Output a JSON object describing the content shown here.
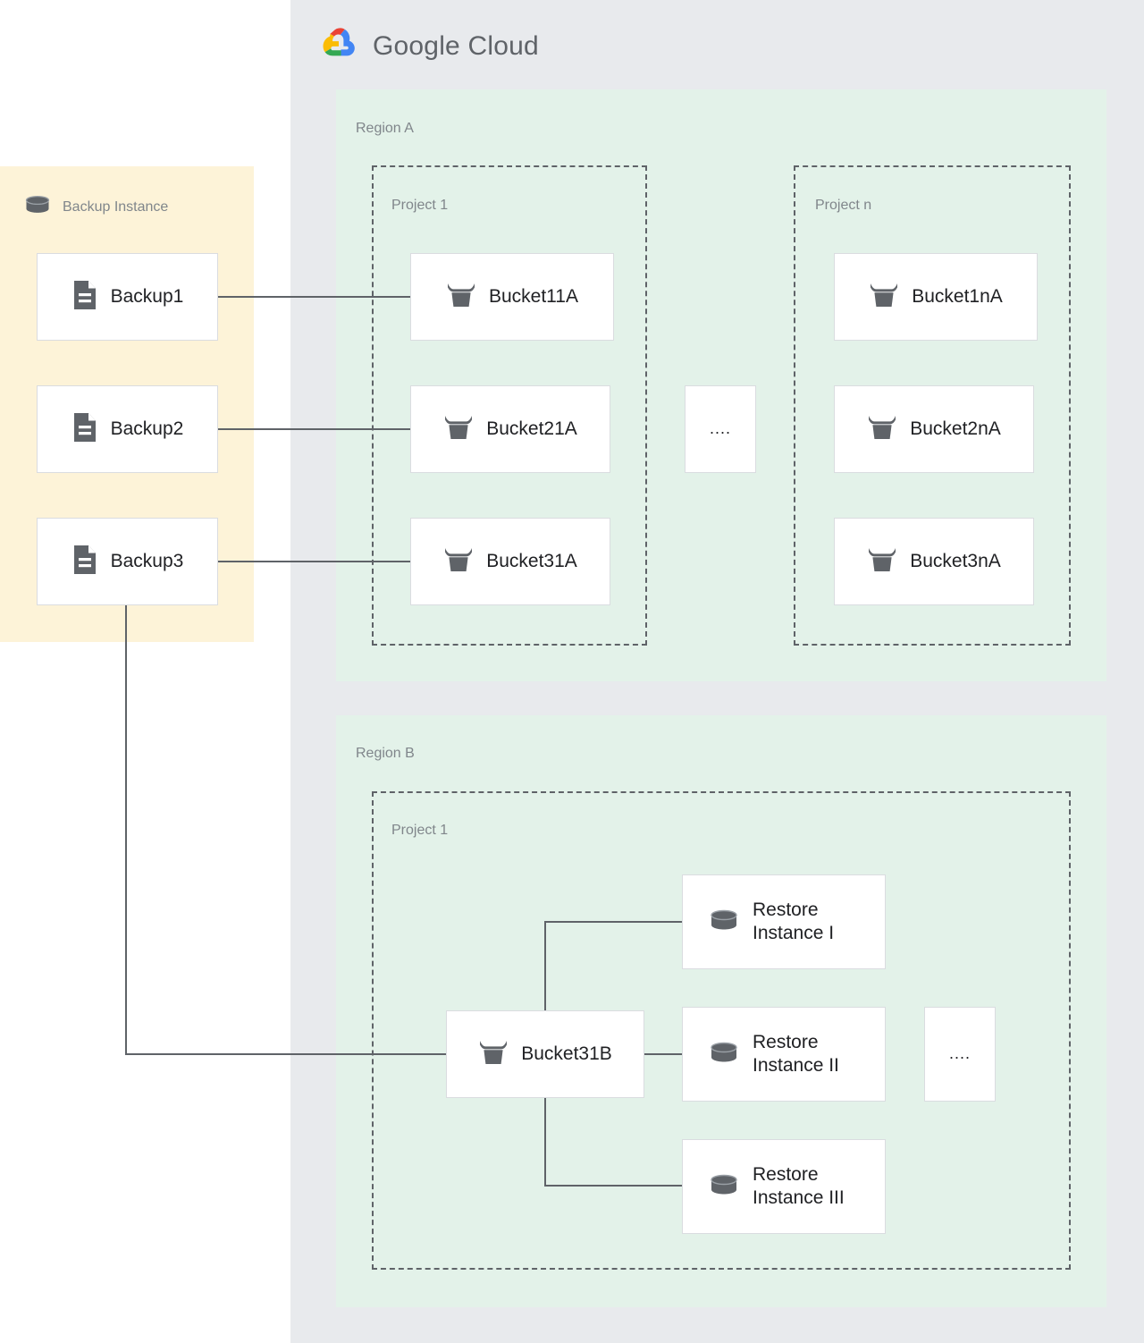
{
  "cloud": {
    "brand": "Google Cloud",
    "brand_word1": "Google",
    "brand_word2": "Cloud",
    "logo_colors": {
      "red": "#ea4335",
      "yellow": "#fbbc04",
      "green": "#34a853",
      "blue": "#4285f4"
    },
    "panel_color": "#e8eaed"
  },
  "backup_instance": {
    "title": "Backup Instance",
    "icon": "database-cylinder-icon",
    "panel_color": "#fdf3d8",
    "items": [
      {
        "label": "Backup1",
        "icon": "document-icon"
      },
      {
        "label": "Backup2",
        "icon": "document-icon"
      },
      {
        "label": "Backup3",
        "icon": "document-icon"
      }
    ]
  },
  "regions": [
    {
      "label": "Region A",
      "color": "#e3f2e9",
      "projects": [
        {
          "label": "Project 1",
          "nodes": [
            {
              "label": "Bucket11A",
              "icon": "storage-bucket-icon"
            },
            {
              "label": "Bucket21A",
              "icon": "storage-bucket-icon"
            },
            {
              "label": "Bucket31A",
              "icon": "storage-bucket-icon"
            }
          ]
        },
        {
          "label": "Project n",
          "nodes": [
            {
              "label": "Bucket1nA",
              "icon": "storage-bucket-icon"
            },
            {
              "label": "Bucket2nA",
              "icon": "storage-bucket-icon"
            },
            {
              "label": "Bucket3nA",
              "icon": "storage-bucket-icon"
            }
          ]
        }
      ],
      "ellipsis": "...."
    },
    {
      "label": "Region B",
      "color": "#e3f2e9",
      "projects": [
        {
          "label": "Project 1",
          "nodes": [
            {
              "label": "Bucket31B",
              "icon": "storage-bucket-icon"
            },
            {
              "label": "Restore\nInstance I",
              "icon": "database-cylinder-icon"
            },
            {
              "label": "Restore\nInstance II",
              "icon": "database-cylinder-icon"
            },
            {
              "label": "Restore\nInstance III",
              "icon": "database-cylinder-icon"
            }
          ]
        }
      ],
      "ellipsis": "...."
    }
  ],
  "connections": [
    {
      "from": "Backup1",
      "to": "Bucket11A"
    },
    {
      "from": "Backup2",
      "to": "Bucket21A"
    },
    {
      "from": "Backup3",
      "to": "Bucket31A"
    },
    {
      "from": "Backup3",
      "to": "Bucket31B"
    },
    {
      "from": "Bucket31B",
      "to": "Restore Instance I"
    },
    {
      "from": "Bucket31B",
      "to": "Restore Instance II"
    },
    {
      "from": "Bucket31B",
      "to": "Restore Instance III"
    }
  ]
}
